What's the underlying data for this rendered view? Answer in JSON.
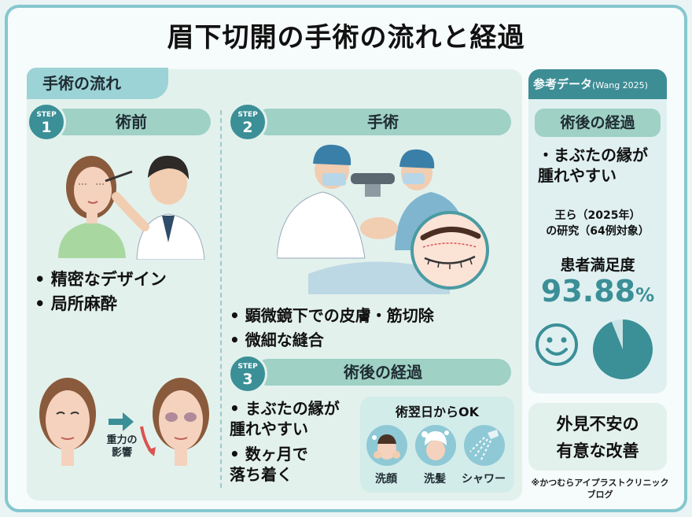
{
  "title": "眉下切開の手術の流れと経過",
  "flow_title": "手術の流れ",
  "step_label": "STEP",
  "steps": [
    {
      "num": "1",
      "title": "術前",
      "bullets": [
        "精密なデザイン",
        "局所麻酔"
      ]
    },
    {
      "num": "2",
      "title": "手術",
      "bullets": [
        "顕微鏡下での皮膚・筋切除",
        "微細な縫合"
      ]
    },
    {
      "num": "3",
      "title": "術後の経過",
      "bullets": [
        "まぶたの縁が 腫れやすい",
        "数ヶ月で 落ち着く"
      ]
    }
  ],
  "gravity_label": "重力の 影響",
  "ok_box": {
    "title": "術翌日からOK",
    "items": [
      {
        "label": "洗顔",
        "icon": "face-wash-icon"
      },
      {
        "label": "洗髪",
        "icon": "hair-wash-icon"
      },
      {
        "label": "シャワー",
        "icon": "shower-icon"
      }
    ]
  },
  "reference": {
    "header": "参考データ",
    "header_note": "(Wang 2025)",
    "subtitle": "術後の経過",
    "swelling": "・まぶたの縁が 腫れやすい",
    "study": "王ら（2025年） の研究（64例対象）",
    "satisfaction_label": "患者満足度",
    "satisfaction_value": "93.88",
    "satisfaction_unit": "%",
    "satisfaction_fraction": 0.9388,
    "smile_icon": "smiley-face-icon"
  },
  "result": "外見不安の 有意な改善",
  "source": "※かつむらアイプラストクリニック ブログ",
  "colors": {
    "accent": "#3b8f97",
    "pill": "#9fd1c5",
    "panel": "#e3f1ec",
    "frame": "#86c7cf"
  }
}
